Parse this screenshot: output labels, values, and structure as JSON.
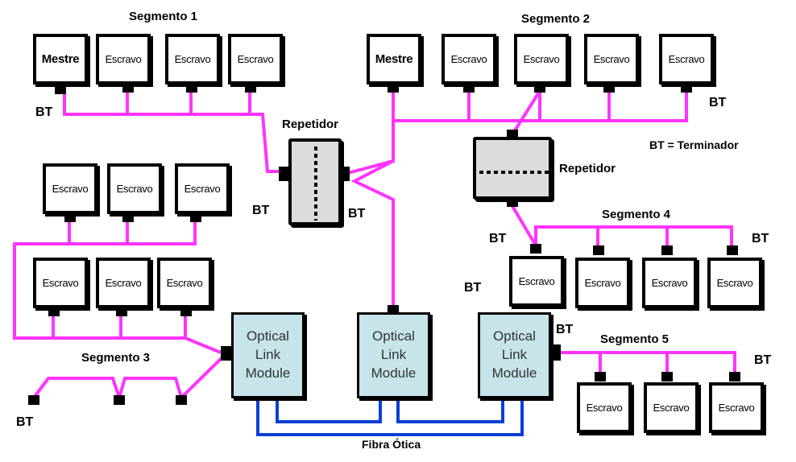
{
  "diagram": {
    "segments": {
      "s1": "Segmento 1",
      "s2": "Segmento 2",
      "s3": "Segmento 3",
      "s4": "Segmento 4",
      "s5": "Segmento 5"
    },
    "master_label": "Mestre",
    "slave_label": "Escravo",
    "repeater_label": "Repetidor",
    "bt_label": "BT",
    "legend": "BT = Terminador",
    "olm_lines": [
      "Optical",
      "Link",
      "Module"
    ],
    "fiber_label": "Fibra Ótica",
    "colors": {
      "bus": "#ff33ff",
      "fiber": "#0a3fd6",
      "olm_fill": "#c6e4ea",
      "repeater_fill": "#dcdcdc"
    }
  }
}
